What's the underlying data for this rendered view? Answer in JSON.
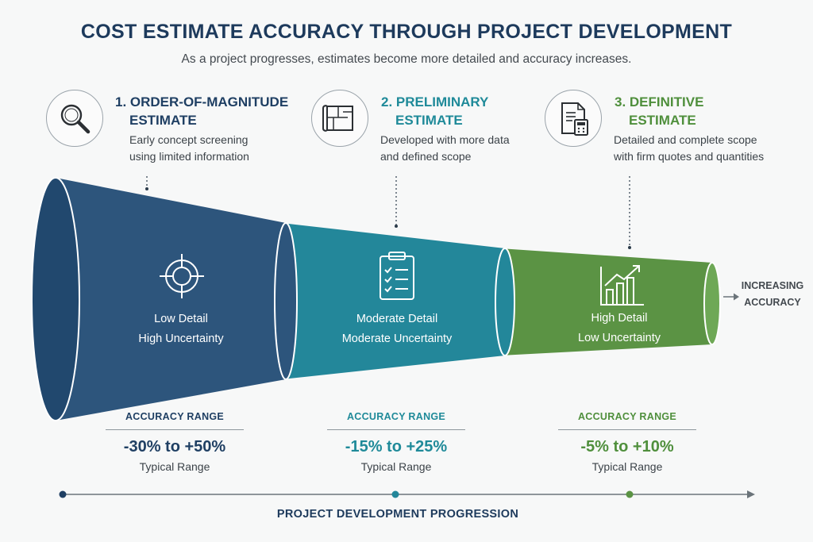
{
  "title": "COST ESTIMATE ACCURACY THROUGH PROJECT DEVELOPMENT",
  "subtitle": "As a project progresses, estimates become more detailed and accuracy increases.",
  "stages": [
    {
      "number_title": "1. ORDER-OF-MAGNITUDE",
      "title_line2": "ESTIMATE",
      "desc_line1": "Early concept screening",
      "desc_line2": "using limited information",
      "icon": "magnifier-icon",
      "funnel_icon": "crosshair-icon",
      "detail": "Low Detail",
      "uncertainty": "High Uncertainty",
      "accuracy_label": "ACCURACY RANGE",
      "accuracy_value": "-30% to +50%",
      "accuracy_sub": "Typical Range",
      "color": "#2d557c"
    },
    {
      "number_title": "2. PRELIMINARY",
      "title_line2": "ESTIMATE",
      "desc_line1": "Developed with more data",
      "desc_line2": "and defined scope",
      "icon": "blueprint-icon",
      "funnel_icon": "clipboard-checklist-icon",
      "detail": "Moderate Detail",
      "uncertainty": "Moderate Uncertainty",
      "accuracy_label": "ACCURACY RANGE",
      "accuracy_value": "-15% to +25%",
      "accuracy_sub": "Typical Range",
      "color": "#23879a"
    },
    {
      "number_title": "3. DEFINITIVE",
      "title_line2": "ESTIMATE",
      "desc_line1": "Detailed and complete scope",
      "desc_line2": "with firm quotes and quantities",
      "icon": "document-calculator-icon",
      "funnel_icon": "bar-chart-growth-icon",
      "detail": "High Detail",
      "uncertainty": "Low Uncertainty",
      "accuracy_label": "ACCURACY RANGE",
      "accuracy_value": "-5% to +10%",
      "accuracy_sub": "Typical Range",
      "color": "#5b9344"
    }
  ],
  "increasing_line1": "INCREASING",
  "increasing_line2": "ACCURACY",
  "progression_label": "PROJECT DEVELOPMENT PROGRESSION"
}
